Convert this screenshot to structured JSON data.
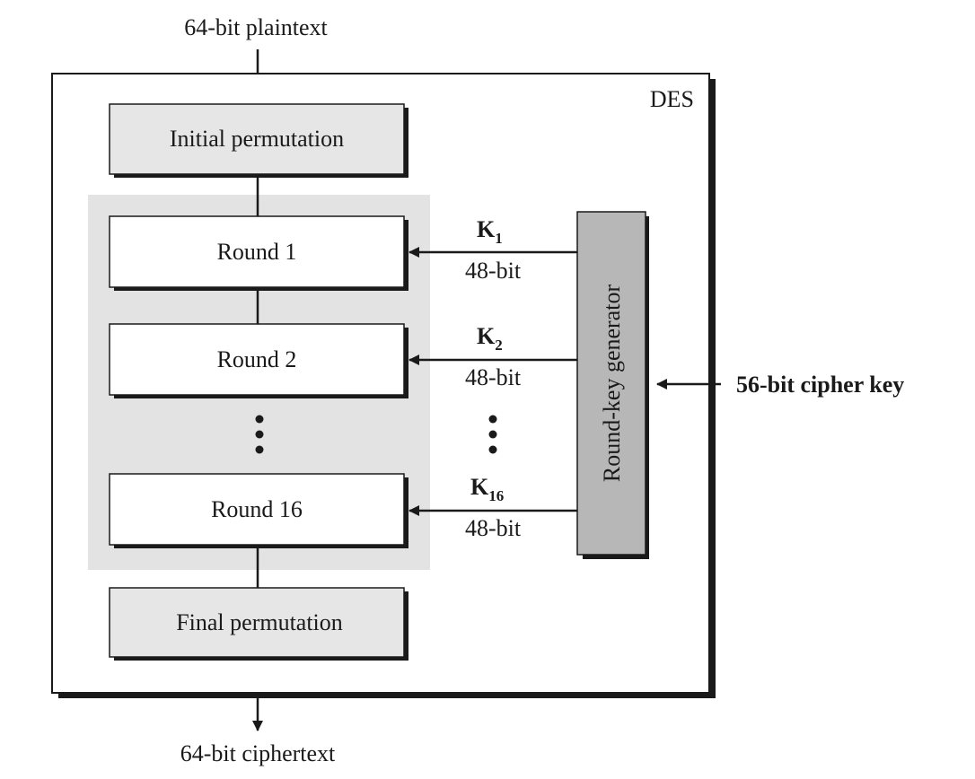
{
  "diagram": {
    "input_label": "64-bit plaintext",
    "output_label": "64-bit ciphertext",
    "container_label": "DES",
    "initial_permutation": "Initial permutation",
    "final_permutation": "Final permutation",
    "rounds": [
      {
        "label": "Round 1",
        "key": "K",
        "key_sub": "1",
        "bits": "48-bit"
      },
      {
        "label": "Round 2",
        "key": "K",
        "key_sub": "2",
        "bits": "48-bit"
      },
      {
        "label": "Round 16",
        "key": "K",
        "key_sub": "16",
        "bits": "48-bit"
      }
    ],
    "key_generator": "Round-key generator",
    "cipher_key_label": "56-bit cipher key",
    "colors": {
      "outline": "#1a1a1a",
      "shadow": "#1a1a1a",
      "permutation_fill": "#e6e6e6",
      "rounds_panel_fill": "#e3e3e3",
      "round_fill": "#ffffff",
      "generator_fill": "#b7b7b7"
    }
  }
}
